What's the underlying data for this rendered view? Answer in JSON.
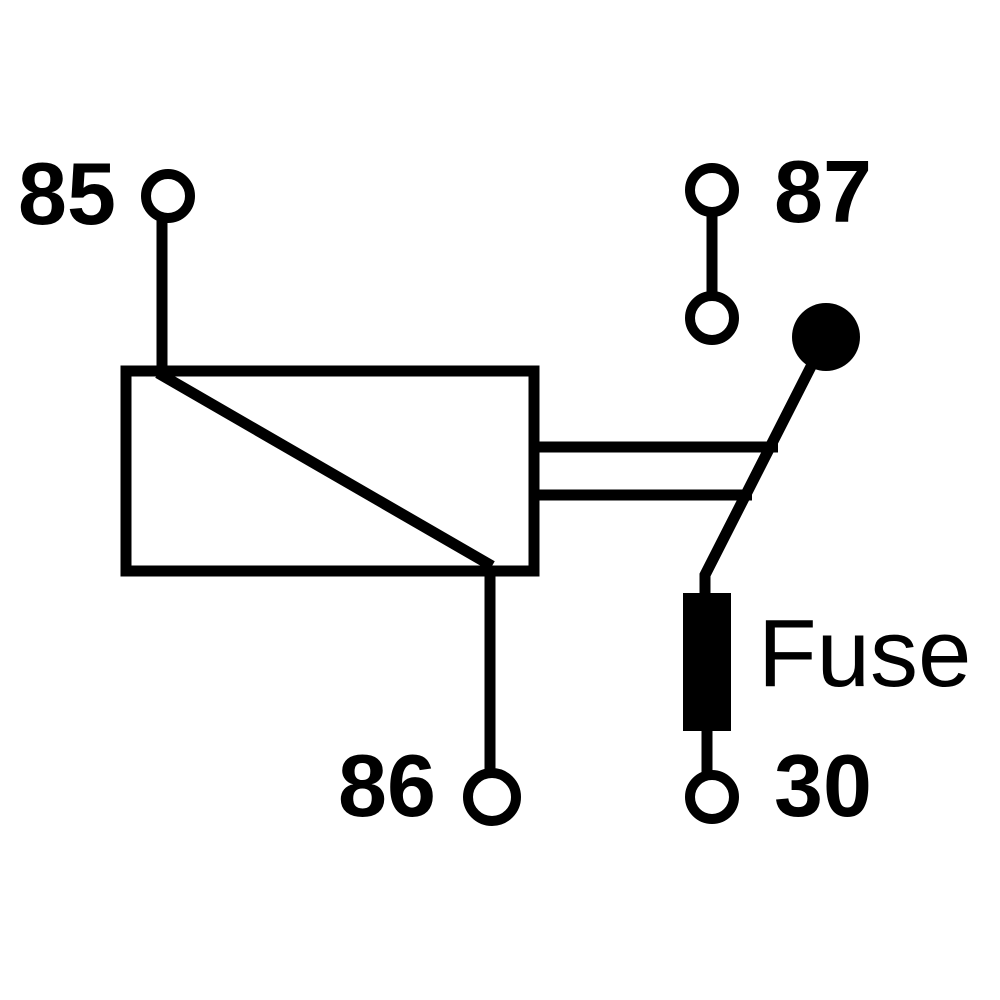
{
  "diagram": {
    "type": "relay-wiring-symbol",
    "terminals": {
      "t85": "85",
      "t86": "86",
      "t87": "87",
      "t30": "30"
    },
    "fuse_label": "Fuse",
    "colors": {
      "stroke": "#000000",
      "background": "#ffffff"
    }
  }
}
